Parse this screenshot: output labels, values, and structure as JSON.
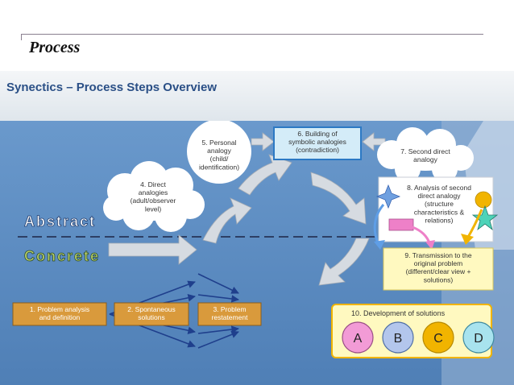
{
  "slide": {
    "title": "Process"
  },
  "diagram": {
    "title": "Synectics – Process Steps Overview",
    "levels": {
      "abstract": "Abstract",
      "concrete": "Concrete"
    },
    "steps": [
      {
        "lines": [
          "1. Problem analysis",
          "and definition"
        ]
      },
      {
        "lines": [
          "2. Spontaneous",
          "solutions"
        ]
      },
      {
        "lines": [
          "3. Problem",
          "restatement"
        ]
      },
      {
        "lines": [
          "4. Direct",
          "analogies",
          "(adult/observer",
          "level)"
        ]
      },
      {
        "lines": [
          "5. Personal",
          "analogy",
          "(child/",
          "identification)"
        ]
      },
      {
        "lines": [
          "6. Building of",
          "symbolic analogies",
          "(contradiction)"
        ]
      },
      {
        "lines": [
          "7. Second direct",
          "analogy"
        ]
      },
      {
        "lines": [
          "8. Analysis of second",
          "direct analogy",
          "(structure",
          "characteristics &",
          "relations)"
        ]
      },
      {
        "lines": [
          "9. Transmission to the",
          "original problem",
          "(different/clear view +",
          "solutions)"
        ]
      },
      {
        "lines": [
          "10. Development of solutions"
        ]
      }
    ],
    "solutions": [
      "A",
      "B",
      "C",
      "D"
    ],
    "colors": {
      "background": "#5f8fc4",
      "step_box": "#d99a3c",
      "cloud": "#ffffff",
      "symbolic_box": "#d4ecf8",
      "note_box": "#fff9c0",
      "solution_a": "#f29bd6",
      "solution_b": "#b3c6ec",
      "solution_c": "#f1b400",
      "solution_d": "#a8e3ee"
    }
  }
}
